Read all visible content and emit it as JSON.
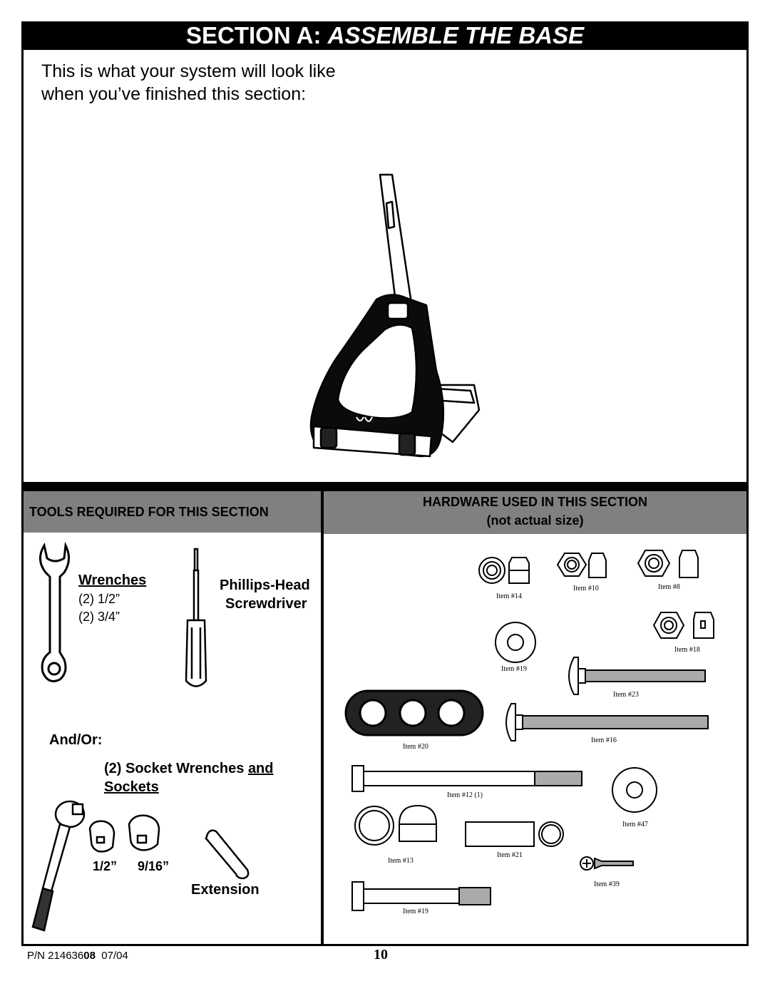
{
  "header": {
    "prefix": "SECTION A: ",
    "title": "ASSEMBLE THE BASE"
  },
  "intro": {
    "line1": "This is what your system will look like",
    "line2": "when you’ve finished this section:"
  },
  "tools": {
    "heading": "TOOLS REQUIRED FOR THIS SECTION",
    "wrenches_label": "Wrenches",
    "wrench_size_1": "(2) 1/2”",
    "wrench_size_2": "(2) 3/4”",
    "screwdriver_line1": "Phillips-Head",
    "screwdriver_line2": "Screwdriver",
    "and_or": "And/Or:",
    "socket_prefix": "(2) Socket Wrenches ",
    "socket_and": "and",
    "sockets": "Sockets",
    "size_1": "1/2”",
    "size_2": "9/16”",
    "extension": "Extension"
  },
  "hardware": {
    "heading": "HARDWARE USED IN THIS SECTION",
    "subheading": "(not actual size)",
    "items": {
      "i14": "Item #14",
      "i10": "Item #10",
      "i8": "Item #8",
      "i18": "Item #18",
      "i19a": "Item #19",
      "i23": "Item #23",
      "i20": "Item #20",
      "i16": "Item #16",
      "i12": "Item #12 (1)",
      "i47": "Item #47",
      "i13": "Item #13",
      "i21": "Item #21",
      "i39": "Item #39",
      "i19b": "Item #19"
    }
  },
  "footer": {
    "pn_prefix": "P/N 214636",
    "pn_bold": "08",
    "pn_date": "07/04",
    "page": "10"
  }
}
